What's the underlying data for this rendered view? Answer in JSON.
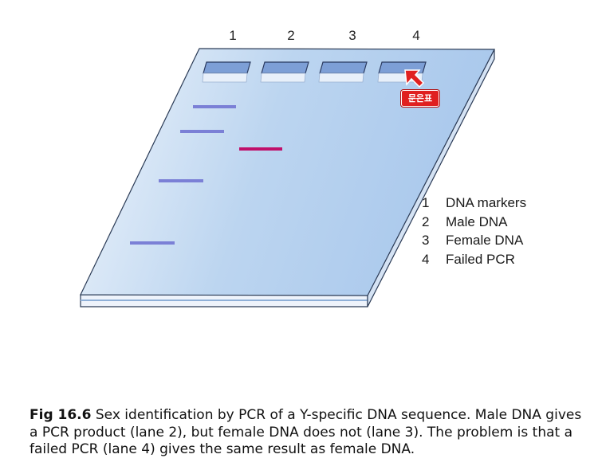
{
  "lanes": [
    {
      "number": "1",
      "label": "DNA markers"
    },
    {
      "number": "2",
      "label": "Male DNA"
    },
    {
      "number": "3",
      "label": "Female DNA"
    },
    {
      "number": "4",
      "label": "Failed PCR"
    }
  ],
  "caption": {
    "fig_label": "Fig 16.6",
    "text": " Sex identification by PCR of a Y-specific DNA sequence. Male DNA gives a PCR product (lane 2), but female DNA does not (lane 3). The problem is that a failed PCR (lane 4) gives the same result as female DNA."
  },
  "cursor_badge": {
    "text": "문은표"
  },
  "colors": {
    "gel_fill": "#b9d3ef",
    "marker_band": "#7b80d6",
    "product_band": "#c0106a",
    "cursor": "#e02020"
  }
}
